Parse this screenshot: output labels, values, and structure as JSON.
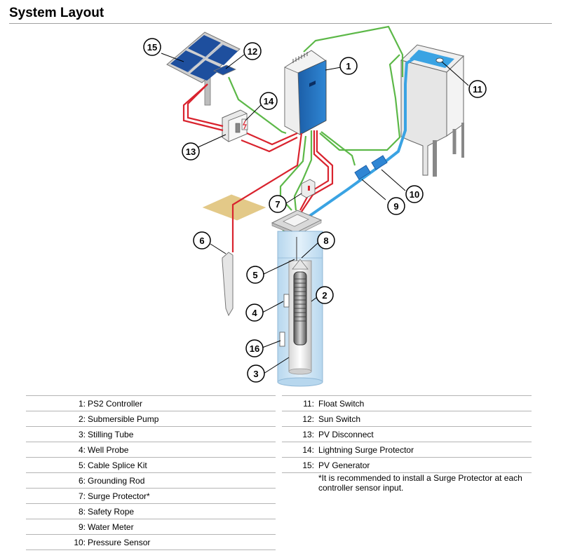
{
  "title": "System Layout",
  "callouts": [
    "1",
    "2",
    "3",
    "4",
    "5",
    "6",
    "7",
    "8",
    "9",
    "10",
    "11",
    "12",
    "13",
    "14",
    "15",
    "16"
  ],
  "legend_left": [
    {
      "num": "1:",
      "label": "PS2 Controller"
    },
    {
      "num": "2:",
      "label": "Submersible Pump"
    },
    {
      "num": "3:",
      "label": "Stilling Tube"
    },
    {
      "num": "4:",
      "label": "Well Probe"
    },
    {
      "num": "5:",
      "label": "Cable Splice Kit"
    },
    {
      "num": "6:",
      "label": "Grounding Rod"
    },
    {
      "num": "7:",
      "label": "Surge Protector*"
    },
    {
      "num": "8:",
      "label": "Safety Rope"
    },
    {
      "num": "9:",
      "label": "Water Meter"
    },
    {
      "num": "10:",
      "label": "Pressure Sensor"
    }
  ],
  "legend_right": [
    {
      "num": "11:",
      "label": "Float Switch"
    },
    {
      "num": "12:",
      "label": "Sun Switch"
    },
    {
      "num": "13:",
      "label": "PV Disconnect"
    },
    {
      "num": "14:",
      "label": "Lightning Surge Protector"
    },
    {
      "num": "15:",
      "label": "PV Generator"
    }
  ],
  "footnote": "*It is recommended to install a Surge Protector at each controller sensor input.",
  "colors": {
    "power_wire": "#d9232e",
    "signal_wire": "#5cb848",
    "water_pipe": "#3aa3e3",
    "controller": "#1a6fc0",
    "panel": "#1f4a9c",
    "well_water": "#cfe6f5",
    "ground": "#e8c98a"
  }
}
